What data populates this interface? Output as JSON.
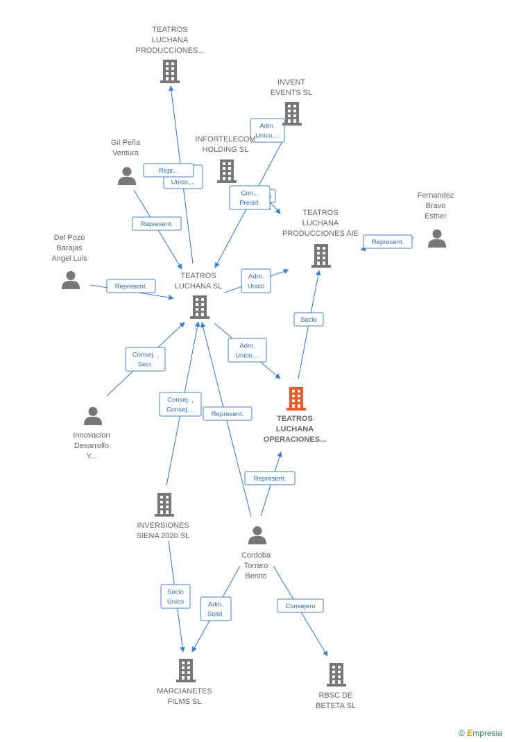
{
  "colors": {
    "edge": "#3b7fd6",
    "company": "#777777",
    "highlight": "#f05a28",
    "person": "#777777"
  },
  "nodes": [
    {
      "id": "tlp",
      "type": "company",
      "lines": [
        "TEATROS",
        "LUCHANA",
        "PRODUCCIONES..."
      ],
      "icon": "building-icon"
    },
    {
      "id": "invent",
      "type": "company",
      "lines": [
        "INVENT",
        "EVENTS  SL"
      ],
      "icon": "building-icon"
    },
    {
      "id": "infort",
      "type": "company",
      "lines": [
        "INFORTELECOM",
        "HOLDING  SL"
      ],
      "icon": "building-icon"
    },
    {
      "id": "gil",
      "type": "person",
      "lines": [
        "Gil Peña",
        "Ventura"
      ],
      "icon": "person-icon"
    },
    {
      "id": "tlpaie",
      "type": "company",
      "lines": [
        "TEATROS",
        "LUCHANA",
        "PRODUCCIONES AIE"
      ],
      "icon": "building-icon"
    },
    {
      "id": "fernandez",
      "type": "person",
      "lines": [
        "Fernandez",
        "Bravo",
        "Esther"
      ],
      "icon": "person-icon"
    },
    {
      "id": "delpozo",
      "type": "person",
      "lines": [
        "Del Pozo",
        "Barajas",
        "Angel Luis"
      ],
      "icon": "person-icon"
    },
    {
      "id": "tls",
      "type": "company",
      "lines": [
        "TEATROS",
        "LUCHANA  SL"
      ],
      "icon": "building-icon"
    },
    {
      "id": "tlo",
      "type": "company",
      "highlight": true,
      "lines": [
        "TEATROS",
        "LUCHANA",
        "OPERACIONES..."
      ],
      "icon": "building-icon"
    },
    {
      "id": "innov",
      "type": "person",
      "lines": [
        "Innovacion",
        "Desarrollo",
        "Y..."
      ],
      "icon": "person-icon"
    },
    {
      "id": "siena",
      "type": "company",
      "lines": [
        "INVERSIONES",
        "SIENA 2020  SL"
      ],
      "icon": "building-icon"
    },
    {
      "id": "cordoba",
      "type": "person",
      "lines": [
        "Cordoba",
        "Torrero",
        "Benito"
      ],
      "icon": "person-icon"
    },
    {
      "id": "marc",
      "type": "company",
      "lines": [
        "MARCIANETES",
        "FILMS  SL"
      ],
      "icon": "building-icon"
    },
    {
      "id": "rbsc",
      "type": "company",
      "lines": [
        "RBSC DE",
        "BETETA SL"
      ],
      "icon": "building-icon"
    }
  ],
  "edges": [
    {
      "from": "tls",
      "to": "tlp",
      "label": [
        "Adm.",
        "Unico,..."
      ]
    },
    {
      "from": "gil",
      "to": "tls",
      "label": [
        "Represent."
      ]
    },
    {
      "from": "gil",
      "to": "tlp",
      "label": [
        "Repr..."
      ]
    },
    {
      "from": "invent",
      "to": "tls",
      "label": [
        "Adm.",
        "Unico,..."
      ]
    },
    {
      "from": "infort",
      "to": "tlpaie",
      "label": [
        "Socio"
      ]
    },
    {
      "from": "infort",
      "to": "tlpaie",
      "label": [
        "Con...",
        "Presid."
      ]
    },
    {
      "from": "tls",
      "to": "tlpaie",
      "label": [
        "Adm.",
        "Unico"
      ]
    },
    {
      "from": "fernandez",
      "to": "tlpaie",
      "label": [
        "Represent."
      ]
    },
    {
      "from": "delpozo",
      "to": "tls",
      "label": [
        "Represent."
      ]
    },
    {
      "from": "tls",
      "to": "tlo",
      "label": [
        "Adm.",
        "Unico,..."
      ]
    },
    {
      "from": "tlo",
      "to": "tlpaie",
      "label": [
        "Socio"
      ]
    },
    {
      "from": "innov",
      "to": "tls",
      "label": [
        "Consej. ,",
        "Secr."
      ]
    },
    {
      "from": "siena",
      "to": "tls",
      "label": [
        "Consej. ,",
        "Consej...."
      ]
    },
    {
      "from": "cordoba",
      "to": "tls",
      "label": [
        "Represent."
      ]
    },
    {
      "from": "cordoba",
      "to": "tlo",
      "label": [
        "Represent."
      ]
    },
    {
      "from": "siena",
      "to": "marc",
      "label": [
        "Socio",
        "Único"
      ]
    },
    {
      "from": "cordoba",
      "to": "marc",
      "label": [
        "Adm.",
        "Solid."
      ]
    },
    {
      "from": "cordoba",
      "to": "rbsc",
      "label": [
        "Consejero"
      ]
    }
  ],
  "copyright": {
    "symbol": "©",
    "brand_initial": "E",
    "brand_rest": "mpresia"
  }
}
